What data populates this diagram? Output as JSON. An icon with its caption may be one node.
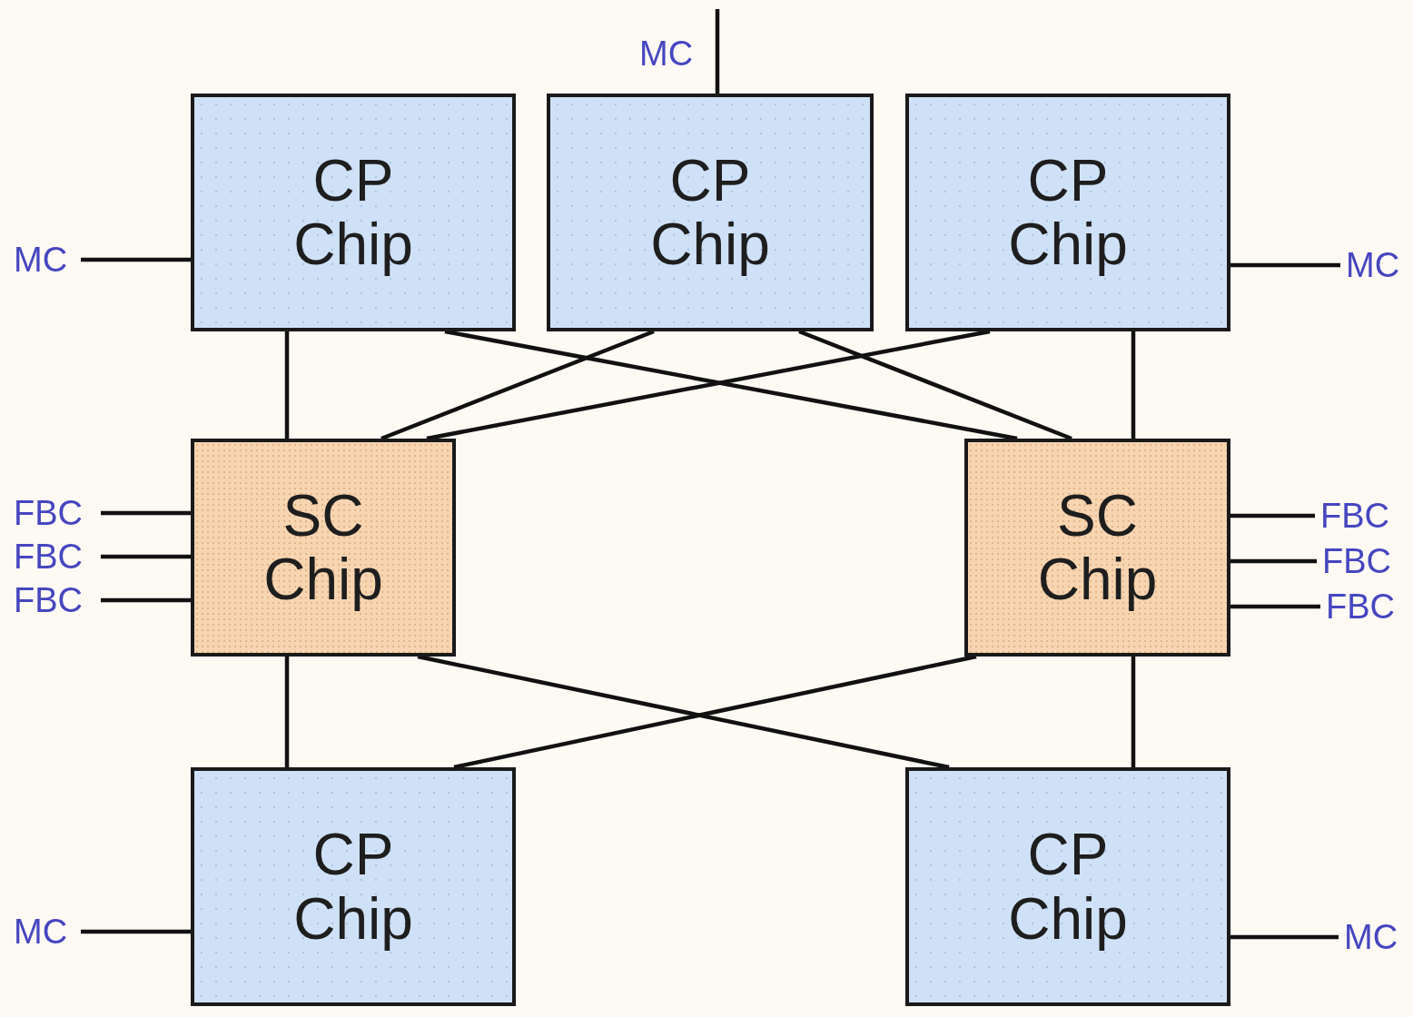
{
  "diagram": {
    "nodes": [
      {
        "text": [
          "CP Chip"
        ]
      },
      {
        "text": [
          "CP Chip"
        ]
      },
      {
        "text": [
          "CP Chip"
        ]
      },
      {
        "text": [
          "SC Chip"
        ]
      },
      {
        "text": [
          "SC Chip"
        ]
      },
      {
        "text": [
          "CP Chip"
        ]
      },
      {
        "text": [
          "CP Chip"
        ]
      },
      {
        "text": [
          "MC"
        ]
      },
      {
        "text": [
          "MC"
        ]
      },
      {
        "text": [
          "FBC"
        ]
      },
      {
        "text": [
          "FBC"
        ]
      },
      {
        "text": [
          "FBC"
        ]
      },
      {
        "text": [
          "FBC"
        ]
      },
      {
        "text": [
          "FBC"
        ]
      },
      {
        "text": [
          "FBC"
        ]
      },
      {
        "text": [
          "MC"
        ]
      },
      {
        "text": [
          "MC"
        ]
      }
    ],
    "edges": [
      {
        "from": null,
        "to": 1,
        "arrow": "none",
        "label": "MC"
      },
      {
        "from": 0,
        "to": 3,
        "arrow": "none"
      },
      {
        "from": 0,
        "to": 4,
        "arrow": "none"
      },
      {
        "from": 1,
        "to": 3,
        "arrow": "none"
      },
      {
        "from": 1,
        "to": 4,
        "arrow": "none"
      },
      {
        "from": 2,
        "to": 3,
        "arrow": "none"
      },
      {
        "from": 2,
        "to": 4,
        "arrow": "none"
      },
      {
        "from": 3,
        "to": 5,
        "arrow": "none"
      },
      {
        "from": 3,
        "to": 6,
        "arrow": "none"
      },
      {
        "from": 4,
        "to": 5,
        "arrow": "none"
      },
      {
        "from": 4,
        "to": 6,
        "arrow": "none"
      },
      {
        "from": 7,
        "to": 0,
        "arrow": "none"
      },
      {
        "from": 8,
        "to": 2,
        "arrow": "none"
      },
      {
        "from": 9,
        "to": 3,
        "arrow": "none"
      },
      {
        "from": 10,
        "to": 3,
        "arrow": "none"
      },
      {
        "from": 11,
        "to": 3,
        "arrow": "none"
      },
      {
        "from": 12,
        "to": 4,
        "arrow": "none"
      },
      {
        "from": 13,
        "to": 4,
        "arrow": "none"
      },
      {
        "from": 14,
        "to": 4,
        "arrow": "none"
      },
      {
        "from": 15,
        "to": 5,
        "arrow": "none"
      },
      {
        "from": 16,
        "to": 6,
        "arrow": "none"
      }
    ]
  }
}
